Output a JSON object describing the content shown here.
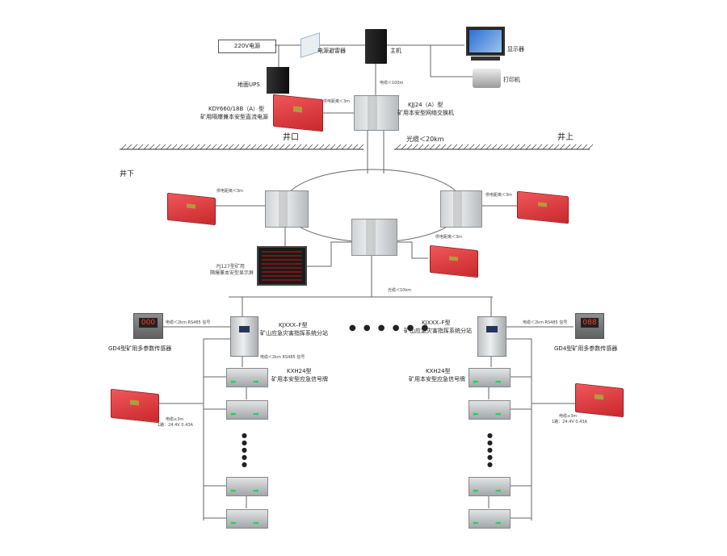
{
  "surface": {
    "power_220v": "220V电源",
    "surge_protector": "电源避雷器",
    "host": "主机",
    "monitor": "显示器",
    "printer": "打印机",
    "ups": "地面UPS",
    "cable_100m": "电缆＜100m",
    "psu_dist": "供电距离＜3m",
    "psu_model": "KDY660/18B（A）型",
    "psu_name": "矿用隔爆兼本安型直流电源",
    "switch_model": "KJJ24（A）型",
    "switch_name": "矿用本安型网络交换机",
    "shaft_mouth": "井口",
    "fiber_20km": "光缆＜20km",
    "above_ground": "井上"
  },
  "underground": {
    "label": "井下",
    "psu_dist_left": "供电距离＜3m",
    "psu_dist_right": "供电距离＜3m",
    "psu_dist_bottom": "供电距离＜3m",
    "display_model": "PJ127型矿用",
    "display_name": "隔爆兼本安型显示屏",
    "fiber_10km": "光缆＜10km",
    "display_text": "000",
    "display_text_right": "088",
    "left": {
      "station_model": "KJXXX–F型",
      "station_name": "矿山应急灾害指挥系统分站",
      "sensor_cable": "电缆＜2km  RS485 信号",
      "sensor_name": "GD4型矿用多参数传感器",
      "sign_cable": "电缆＜2km  RS485 信号",
      "sign_model": "KXH24型",
      "sign_name": "矿用本安型应急信号牌",
      "psu_cable": "电缆≤3m",
      "psu_spec": "1路：24.4V  0.43A"
    },
    "right": {
      "station_model": "KJXXX–F型",
      "station_name": "矿山应急灾害指挥系统分站",
      "sensor_cable": "电缆＜2km  RS485 信号",
      "sensor_name": "GD4型矿用多参数传感器",
      "sign_model": "KXH24型",
      "sign_name": "矿用本安型应急信号牌",
      "psu_cable": "电缆≤3m",
      "psu_spec": "1路：24.4V  0.43A"
    },
    "ellipsis": "● ● ● ● ● ●"
  },
  "colors": {
    "psu_red": "#d9383b",
    "arrow_green": "#21d35b",
    "line": "#666666"
  }
}
